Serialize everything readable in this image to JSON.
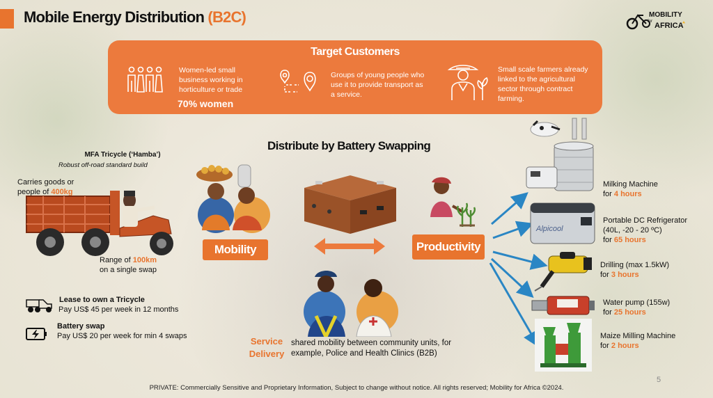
{
  "header": {
    "title": "Mobile Energy Distribution",
    "title_accent": "(B2C)",
    "logo_text_top": "MOBILITY",
    "logo_text_bottom": "AFRICA",
    "logo_text_small": "for"
  },
  "target": {
    "title": "Target Customers",
    "items": [
      {
        "text": "Women-led small business working in horticulture or trade",
        "highlight": "70% women"
      },
      {
        "text": "Groups of young people who use it to provide transport as a service."
      },
      {
        "text": "Small scale farmers already linked to the agricultural sector through contract farming."
      }
    ]
  },
  "distribute_title": "Distribute by Battery Swapping",
  "tricycle": {
    "name": "MFA Tricycle (‘Hamba’)",
    "subtitle": "Robust off-road standard build",
    "carries": "Carries goods or people of",
    "carries_value": "400kg",
    "range_prefix": "Range of",
    "range_value": "100km",
    "range_suffix": "on a single swap"
  },
  "plans": [
    {
      "title": "Lease to own a Tricycle",
      "detail": "Pay US$ 45 per week in 12 months",
      "icon": "tricycle-icon"
    },
    {
      "title": "Battery swap",
      "detail": "Pay US$ 20 per week for min 4 swaps",
      "icon": "battery-swap-icon"
    }
  ],
  "labels": {
    "mobility": "Mobility",
    "productivity": "Productivity",
    "service_delivery_1": "Service",
    "service_delivery_2": "Delivery"
  },
  "service_text": "shared mobility between community units, for example, Police and Health Clinics (B2B)",
  "machines": [
    {
      "l1": "Milking Machine",
      "l2": "for ",
      "hl": "4 hours"
    },
    {
      "l1": "Portable DC Refrigerator",
      "l1b": "(40L, -20 - 20 ºC)",
      "l2": "for ",
      "hl": "65 hours"
    },
    {
      "l1": "Drilling (max 1.5kW)",
      "l2": "for ",
      "hl": "3 hours"
    },
    {
      "l1": "Water pump (155w)",
      "l2": "for ",
      "hl": "25 hours"
    },
    {
      "l1": "Maize Milling Machine",
      "l2": "for ",
      "hl": "2 hours"
    }
  ],
  "fridge_brand": "Alpicool",
  "footer": "PRIVATE: Commercially Sensitive and Proprietary Information, Subject to change without notice. All rights reserved; Mobility for Africa ©2024.",
  "page_number": "5",
  "colors": {
    "accent": "#e8742e",
    "arrow_blue": "#2a86c4"
  }
}
